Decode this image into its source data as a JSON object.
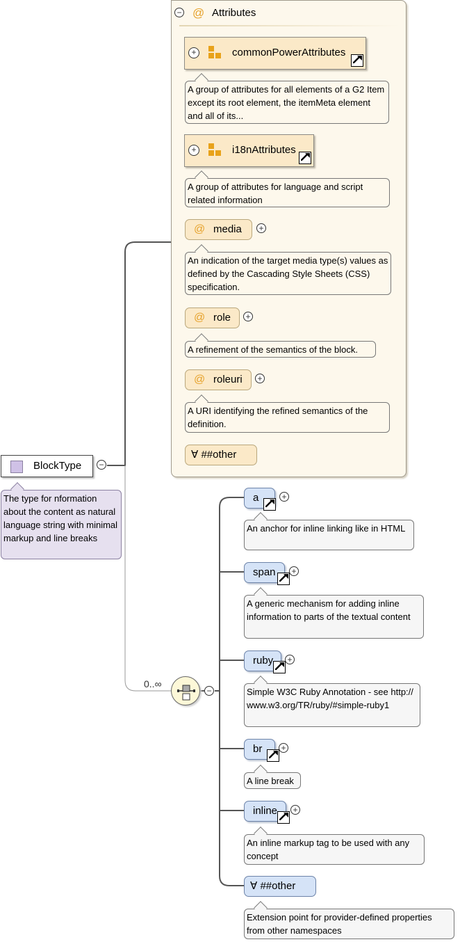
{
  "root": {
    "name": "BlockType",
    "doc": "The type for nformation about the content as natural language string with minimal markup and line breaks"
  },
  "attributes": {
    "title": "Attributes",
    "groups": [
      {
        "name": "commonPowerAttributes",
        "doc": "A group of attributes for all elements of a G2 Item except its root element, the itemMeta element and all of its..."
      },
      {
        "name": "i18nAttributes",
        "doc": "A group of attributes for language and script related information"
      }
    ],
    "items": [
      {
        "name": "media",
        "doc": "An indication of the target media type(s) values as defined by the Cascading Style Sheets (CSS) specification."
      },
      {
        "name": "role",
        "doc": "A refinement of the semantics of the block."
      },
      {
        "name": "roleuri",
        "doc": "A URI identifying the refined semantics of the definition."
      }
    ],
    "other": "##other"
  },
  "sequence": {
    "cardinality": "0..∞",
    "elements": [
      {
        "name": "a",
        "doc": "An anchor for inline linking like in HTML"
      },
      {
        "name": "span",
        "doc": "A generic mechanism for adding inline information to parts of the textual content"
      },
      {
        "name": "ruby",
        "doc": "Simple W3C Ruby Annotation - see http://www.w3.org/TR/ruby/#simple-ruby1"
      },
      {
        "name": "br",
        "doc": "A line break"
      },
      {
        "name": "inline",
        "doc": "An inline markup tag to be used with any concept"
      }
    ],
    "other": "##other",
    "other_doc": "Extension point for provider-defined properties from other namespaces"
  },
  "symbols": {
    "at": "@",
    "any": "∀",
    "expand": "+",
    "collapse": "−"
  }
}
